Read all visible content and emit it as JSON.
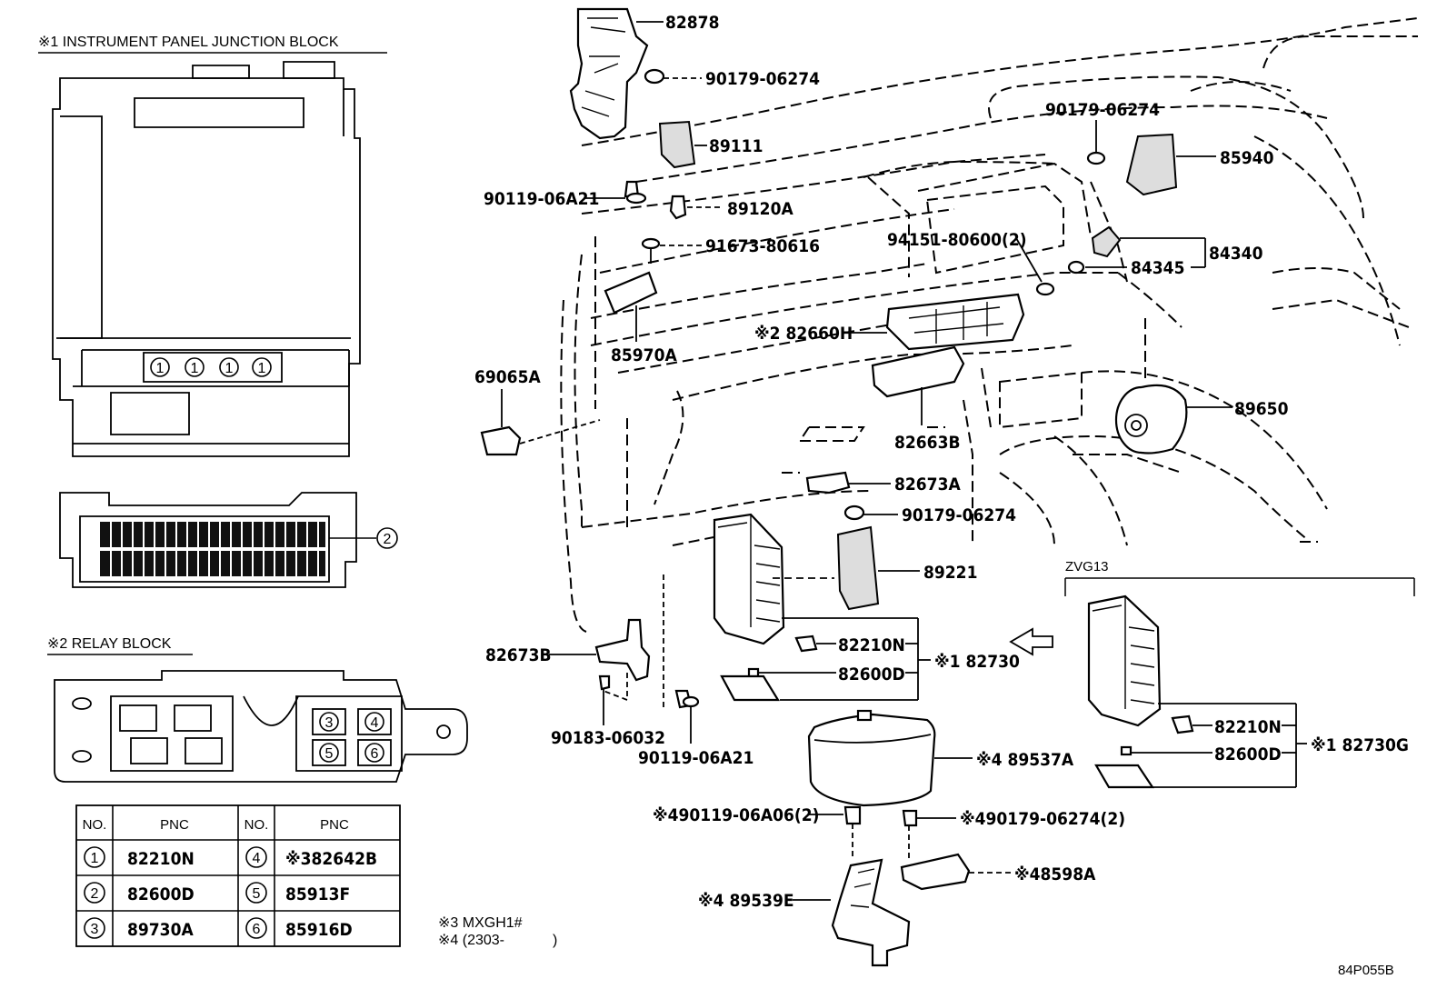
{
  "headings": {
    "junction_block": "※1 INSTRUMENT PANEL JUNCTION BLOCK",
    "relay_block": "※2 RELAY BLOCK",
    "zvg": "ZVG13"
  },
  "circled_numbers": [
    "1",
    "1",
    "1",
    "1",
    "2",
    "3",
    "4",
    "5",
    "6"
  ],
  "parts": {
    "p82878": "82878",
    "p90179a": "90179-06274",
    "p89111": "89111",
    "p90119a": "90119-06A21",
    "p89120a": "89120A",
    "p91673": "91673-80616",
    "p85970a": "85970A",
    "p69065a": "69065A",
    "p90179b": "90179-06274",
    "p85940": "85940",
    "p94151": "94151-80600(2)",
    "p84340": "84340",
    "p84345": "84345",
    "p82660h": "※2 82660H",
    "p82663b": "82663B",
    "p89650": "89650",
    "p82673a": "82673A",
    "p90179c": "90179-06274",
    "p89221": "89221",
    "p82210n": "82210N",
    "p82600d": "82600D",
    "p82730": "※1 82730",
    "p82673b": "82673B",
    "p90183": "90183-06032",
    "p90119b": "90119-06A21",
    "p89537a": "※4 89537A",
    "p90119c": "※490119-06A06(2)",
    "p90179d": "※490179-06274(2)",
    "p8598a": "※48598A",
    "p89539e": "※4 89539E",
    "p82210n_b": "82210N",
    "p82600d_b": "82600D",
    "p82730g": "※1 82730G"
  },
  "table": {
    "headers": [
      "NO.",
      "PNC",
      "NO.",
      "PNC"
    ],
    "rows": [
      {
        "n1": "1",
        "p1": "82210N",
        "n2": "4",
        "p2": "※382642B"
      },
      {
        "n1": "2",
        "p1": "82600D",
        "n2": "5",
        "p2": "85913F"
      },
      {
        "n1": "3",
        "p1": "89730A",
        "n2": "6",
        "p2": "85916D"
      }
    ]
  },
  "notes": {
    "note3": "※3 MXGH1#",
    "note4": "※4 (2303-",
    "note4_close": ")"
  },
  "diagram_code": "84P055B"
}
